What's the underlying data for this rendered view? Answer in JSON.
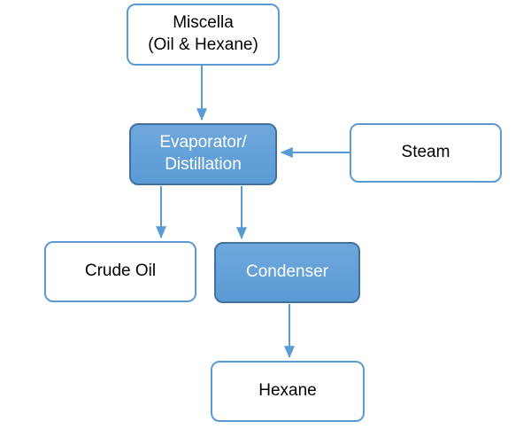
{
  "diagram": {
    "nodes": {
      "miscella": {
        "line1": "Miscella",
        "line2": "(Oil & Hexane)",
        "style": "white"
      },
      "evaporator": {
        "line1": "Evaporator/",
        "line2": "Distillation",
        "style": "blue"
      },
      "steam": {
        "label": "Steam",
        "style": "white"
      },
      "crude_oil": {
        "label": "Crude Oil",
        "style": "white"
      },
      "condenser": {
        "label": "Condenser",
        "style": "blue"
      },
      "hexane": {
        "label": "Hexane",
        "style": "white"
      }
    },
    "edges": [
      {
        "from": "miscella",
        "to": "evaporator",
        "direction": "down"
      },
      {
        "from": "steam",
        "to": "evaporator",
        "direction": "left"
      },
      {
        "from": "evaporator",
        "to": "crude_oil",
        "direction": "down"
      },
      {
        "from": "evaporator",
        "to": "condenser",
        "direction": "down"
      },
      {
        "from": "condenser",
        "to": "hexane",
        "direction": "down"
      }
    ],
    "colors": {
      "blue_node_fill": "#5B9BD5",
      "blue_node_border": "#41719C",
      "white_node_fill": "#FFFFFF",
      "white_node_border": "#5B9BD5",
      "arrow": "#5B9BD5",
      "text_dark": "#000000",
      "text_light": "#FFFFFF"
    }
  }
}
